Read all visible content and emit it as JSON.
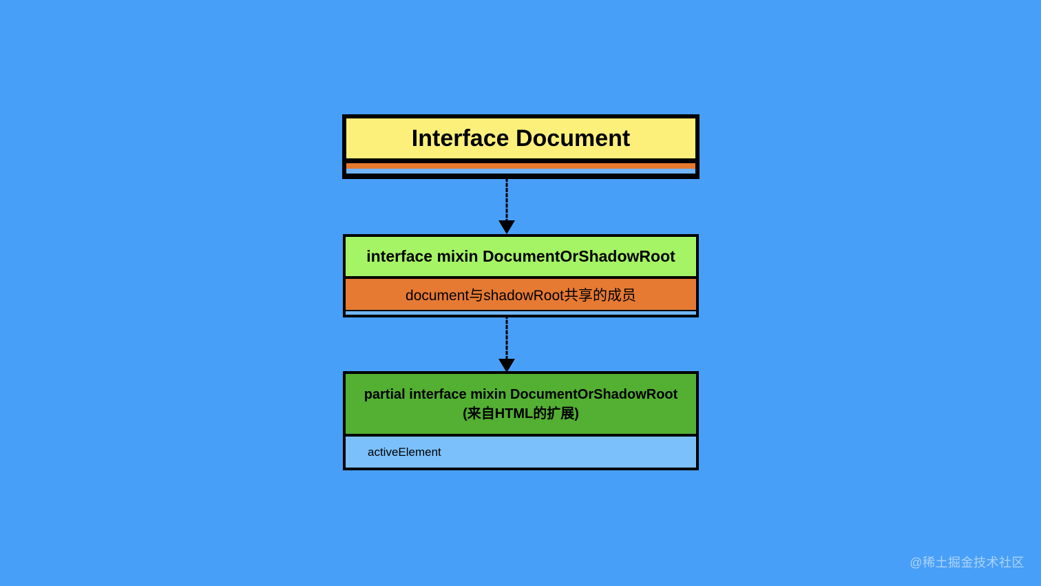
{
  "diagram": {
    "boxes": [
      {
        "title": "Interface Document",
        "colors": {
          "header": "#fcef7a",
          "stripe_top": "#e67a2f",
          "stripe_bottom": "#72b6f8"
        }
      },
      {
        "title": "interface mixin DocumentOrShadowRoot",
        "members": "document与shadowRoot共享的成员",
        "colors": {
          "header": "#a5f466",
          "members": "#e67a33",
          "stripe": "#72b6f8"
        }
      },
      {
        "title_line1": "partial interface mixin DocumentOrShadowRoot",
        "title_line2": "(来自HTML的扩展)",
        "members": "activeElement",
        "colors": {
          "header": "#53b032",
          "members": "#7cc0fb"
        }
      }
    ],
    "connectors": [
      {
        "from": "Interface Document",
        "to": "interface mixin DocumentOrShadowRoot",
        "style": "arrow"
      },
      {
        "from": "interface mixin DocumentOrShadowRoot",
        "to": "partial interface mixin DocumentOrShadowRoot",
        "style": "arrow"
      }
    ],
    "background_color": "#489ff8"
  },
  "watermark": "@稀土掘金技术社区"
}
